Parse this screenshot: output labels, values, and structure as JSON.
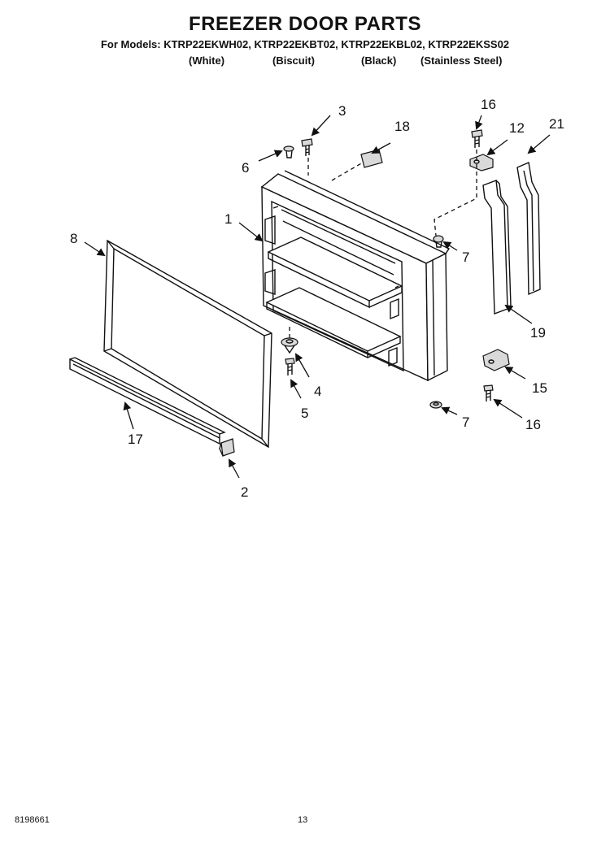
{
  "header": {
    "title": "FREEZER DOOR PARTS",
    "models": "For Models: KTRP22EKWH02, KTRP22EKBT02, KTRP22EKBL02, KTRP22EKSS02",
    "variants": [
      "(White)",
      "(Biscuit)",
      "(Black)",
      "(Stainless Steel)"
    ]
  },
  "callouts": {
    "c1": "1",
    "c2": "2",
    "c3": "3",
    "c4": "4",
    "c5": "5",
    "c6": "6",
    "c7a": "7",
    "c7b": "7",
    "c8": "8",
    "c12": "12",
    "c15": "15",
    "c16a": "16",
    "c16b": "16",
    "c17": "17",
    "c18": "18",
    "c19": "19",
    "c21": "21"
  },
  "footer": {
    "doc_number": "8198661",
    "page_number": "13"
  }
}
